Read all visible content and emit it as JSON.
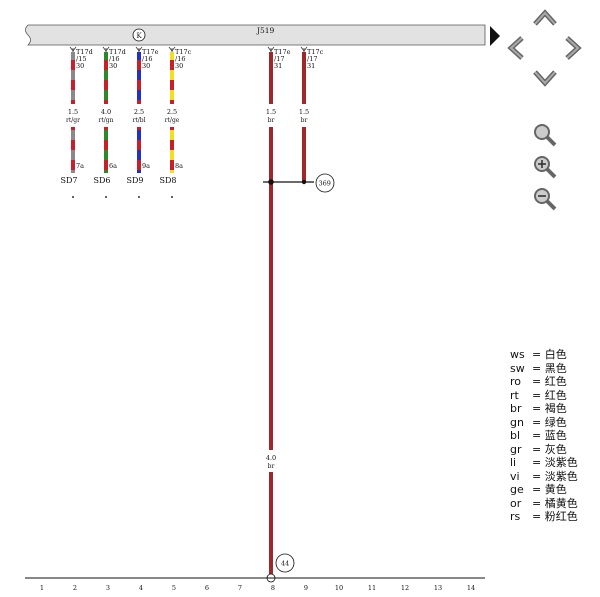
{
  "header": {
    "component": "J519",
    "ground_symbol_label": "K"
  },
  "wires": [
    {
      "connector": "T17d",
      "conn_sub": "/15",
      "pin": "30",
      "size": "1.5",
      "color_code": "rt/gr",
      "end_pin": "7a",
      "fuse": "SD7",
      "colors": [
        "#c8202a",
        "#8a8a8a"
      ]
    },
    {
      "connector": "T17d",
      "conn_sub": "/16",
      "pin": "30",
      "size": "4.0",
      "color_code": "rt/gn",
      "end_pin": "6a",
      "fuse": "SD6",
      "colors": [
        "#c8202a",
        "#2a8a2a"
      ]
    },
    {
      "connector": "T17e",
      "conn_sub": "/16",
      "pin": "30",
      "size": "2.5",
      "color_code": "rt/bl",
      "end_pin": "9a",
      "fuse": "SD9",
      "colors": [
        "#c8202a",
        "#2030c8"
      ]
    },
    {
      "connector": "T17c",
      "conn_sub": "/16",
      "pin": "30",
      "size": "2.5",
      "color_code": "rt/ge",
      "end_pin": "8a",
      "fuse": "SD8",
      "colors": [
        "#c8202a",
        "#f0e020"
      ]
    },
    {
      "connector": "T17e",
      "conn_sub": "/17",
      "pin": "31",
      "size": "1.5",
      "color_code": "br",
      "colors": [
        "#a02828"
      ]
    },
    {
      "connector": "T17c",
      "conn_sub": "/17",
      "pin": "31",
      "size": "1.5",
      "color_code": "br",
      "colors": [
        "#a02828"
      ]
    }
  ],
  "main_wire": {
    "size": "4.0",
    "color_code": "br"
  },
  "refs": {
    "junction": "369",
    "ground": "44"
  },
  "columns": [
    "1",
    "2",
    "3",
    "4",
    "5",
    "6",
    "7",
    "8",
    "9",
    "10",
    "11",
    "12",
    "13",
    "14"
  ],
  "legend": [
    {
      "code": "ws",
      "name": "白色"
    },
    {
      "code": "sw",
      "name": "黑色"
    },
    {
      "code": "ro",
      "name": "红色"
    },
    {
      "code": "rt",
      "name": "红色"
    },
    {
      "code": "br",
      "name": "褐色"
    },
    {
      "code": "gn",
      "name": "绿色"
    },
    {
      "code": "bl",
      "name": "蓝色"
    },
    {
      "code": "gr",
      "name": "灰色"
    },
    {
      "code": "li",
      "name": "淡紫色"
    },
    {
      "code": "vi",
      "name": "淡紫色"
    },
    {
      "code": "ge",
      "name": "黄色"
    },
    {
      "code": "or",
      "name": "橘黄色"
    },
    {
      "code": "rs",
      "name": "粉红色"
    }
  ],
  "legend_sep": "="
}
